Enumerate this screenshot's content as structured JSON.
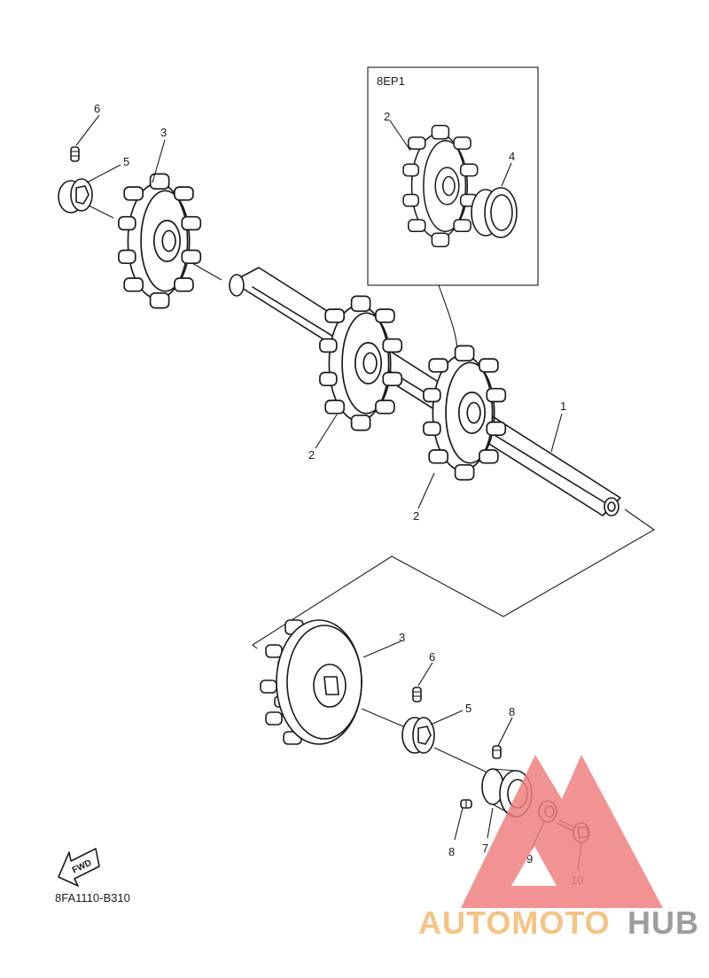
{
  "diagram": {
    "inset_label": "8EP1",
    "part_code": "8FA1110-B310",
    "fwd_label": "FWD",
    "callouts": {
      "c1": "1",
      "c2_inset": "2",
      "c2_a": "2",
      "c2_b": "2",
      "c3_top": "3",
      "c3_bottom": "3",
      "c4": "4",
      "c5_top": "5",
      "c5_bottom": "5",
      "c6_top": "6",
      "c6_bottom": "6",
      "c7": "7",
      "c8_top": "8",
      "c8_bottom": "8",
      "c9": "9",
      "c10": "10"
    }
  },
  "watermark": {
    "text_colored": "AUTOMOTO",
    "text_gray": "HUB",
    "colors": {
      "triangle": "#f08080",
      "text_colored": "#f4b96e",
      "text_gray": "#8c8c8c"
    }
  }
}
